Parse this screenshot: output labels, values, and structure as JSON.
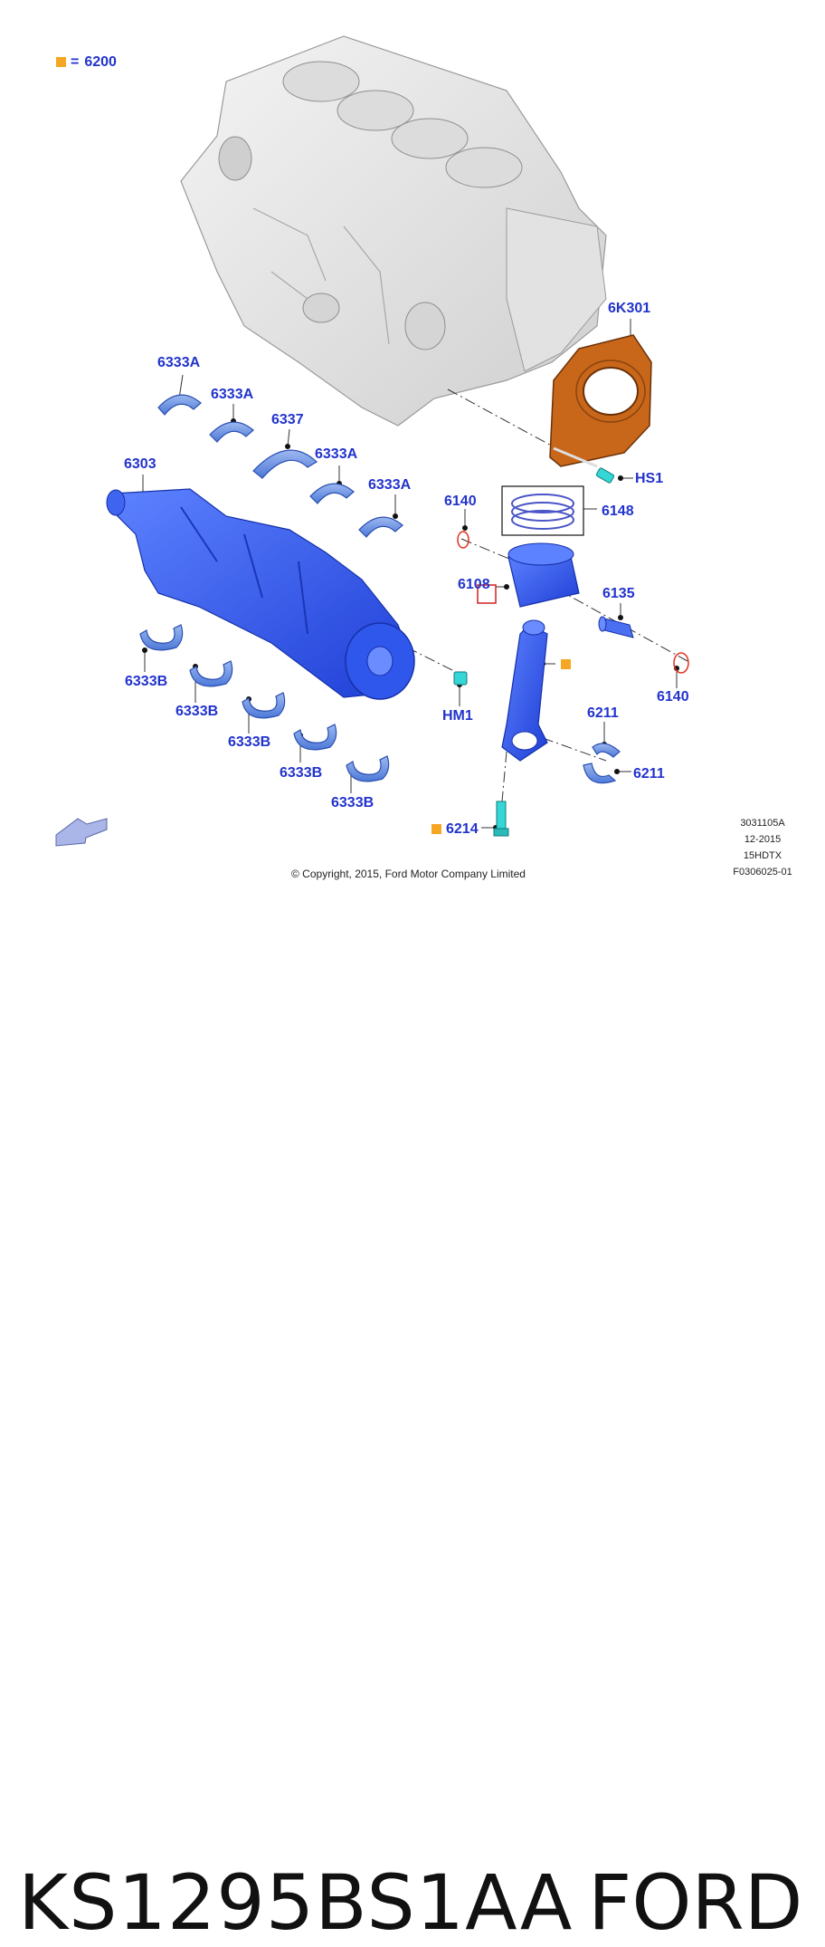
{
  "legend": {
    "marker": "=",
    "value": "6200"
  },
  "labels": {
    "6k301": "6K301",
    "hs1": "HS1",
    "a1": "6333A",
    "a2": "6333A",
    "p6337": "6337",
    "a3": "6333A",
    "a4": "6333A",
    "p6303": "6303",
    "p6140a": "6140",
    "p6148": "6148",
    "p6108": "6108",
    "p6135": "6135",
    "p6140b": "6140",
    "hm1": "HM1",
    "b1": "6333B",
    "b2": "6333B",
    "b3": "6333B",
    "b4": "6333B",
    "b5": "6333B",
    "p6211a": "6211",
    "p6211b": "6211",
    "p6214": "6214"
  },
  "meta": {
    "line1": "3031105A",
    "line2": "12-2015",
    "line3": "15HDTX",
    "line4": "F0306025-01"
  },
  "copyright": "© Copyright, 2015, Ford Motor Company Limited",
  "footer": {
    "part_number": "KS1295BS1AA",
    "brand": "FORD"
  },
  "colors": {
    "label": "#2233cc",
    "part_blue": "#2f5bef",
    "gasket": "#c8661a",
    "accent_square": "#f5a623"
  }
}
